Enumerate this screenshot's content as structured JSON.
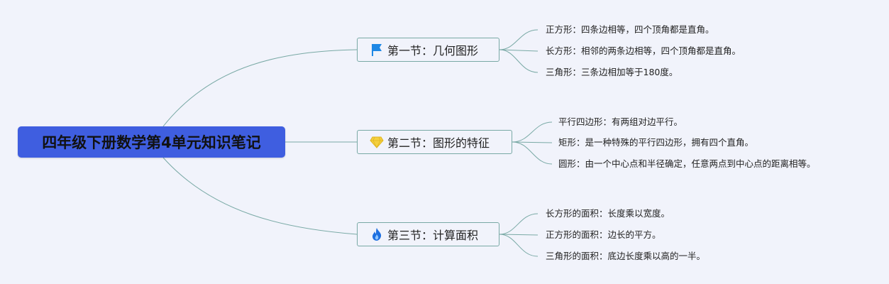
{
  "root": {
    "label": "四年级下册数学第4单元知识笔记"
  },
  "branches": [
    {
      "label": "第一节：几何图形",
      "icon": "flag-icon",
      "leaves": [
        "正方形：四条边相等，四个顶角都是直角。",
        "长方形：相邻的两条边相等，四个顶角都是直角。",
        "三角形：三条边相加等于180度。"
      ]
    },
    {
      "label": "第二节：图形的特征",
      "icon": "diamond-icon",
      "leaves": [
        "平行四边形：有两组对边平行。",
        "矩形：是一种特殊的平行四边形，拥有四个直角。",
        "圆形：由一个中心点和半径确定，任意两点到中心点的距离相等。"
      ]
    },
    {
      "label": "第三节：计算面积",
      "icon": "fire-icon",
      "leaves": [
        "长方形的面积：长度乘以宽度。",
        "正方形的面积：边长的平方。",
        "三角形的面积：底边长度乘以高的一半。"
      ]
    }
  ],
  "colors": {
    "background": "#f1f3fb",
    "root_fill": "#3f5ee0",
    "connector": "#79a9a5",
    "flag_icon": "#1e88e5",
    "diamond_icon": "#f4d03f",
    "fire_icon": "#1e6fe0"
  }
}
